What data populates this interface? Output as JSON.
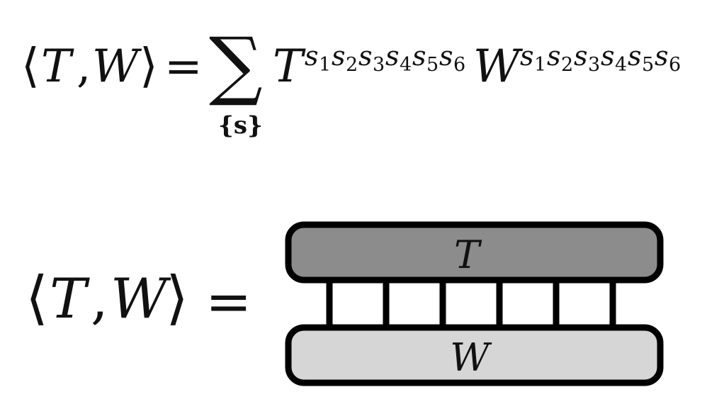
{
  "equation": {
    "lhs": {
      "open_bracket": "⟨",
      "tensor_a": "T",
      "comma": ",",
      "tensor_b": "W",
      "close_bracket": "⟩",
      "equals": "="
    },
    "sum_symbol": "∑",
    "sum_index": "{s}",
    "term_a": "T",
    "term_b": "W",
    "index_letter": "s",
    "indices": [
      "1",
      "2",
      "3",
      "4",
      "5",
      "6"
    ]
  },
  "diagram": {
    "lhs": {
      "open_bracket": "⟨",
      "tensor_a": "T",
      "comma": ",",
      "tensor_b": "W",
      "close_bracket": "⟩",
      "equals": "="
    },
    "top_tensor": {
      "label": "T",
      "fill": "#8c8c8c"
    },
    "bottom_tensor": {
      "label": "W",
      "fill": "#d6d6d6"
    },
    "outline_color": "#000000",
    "bond_count": 6
  }
}
